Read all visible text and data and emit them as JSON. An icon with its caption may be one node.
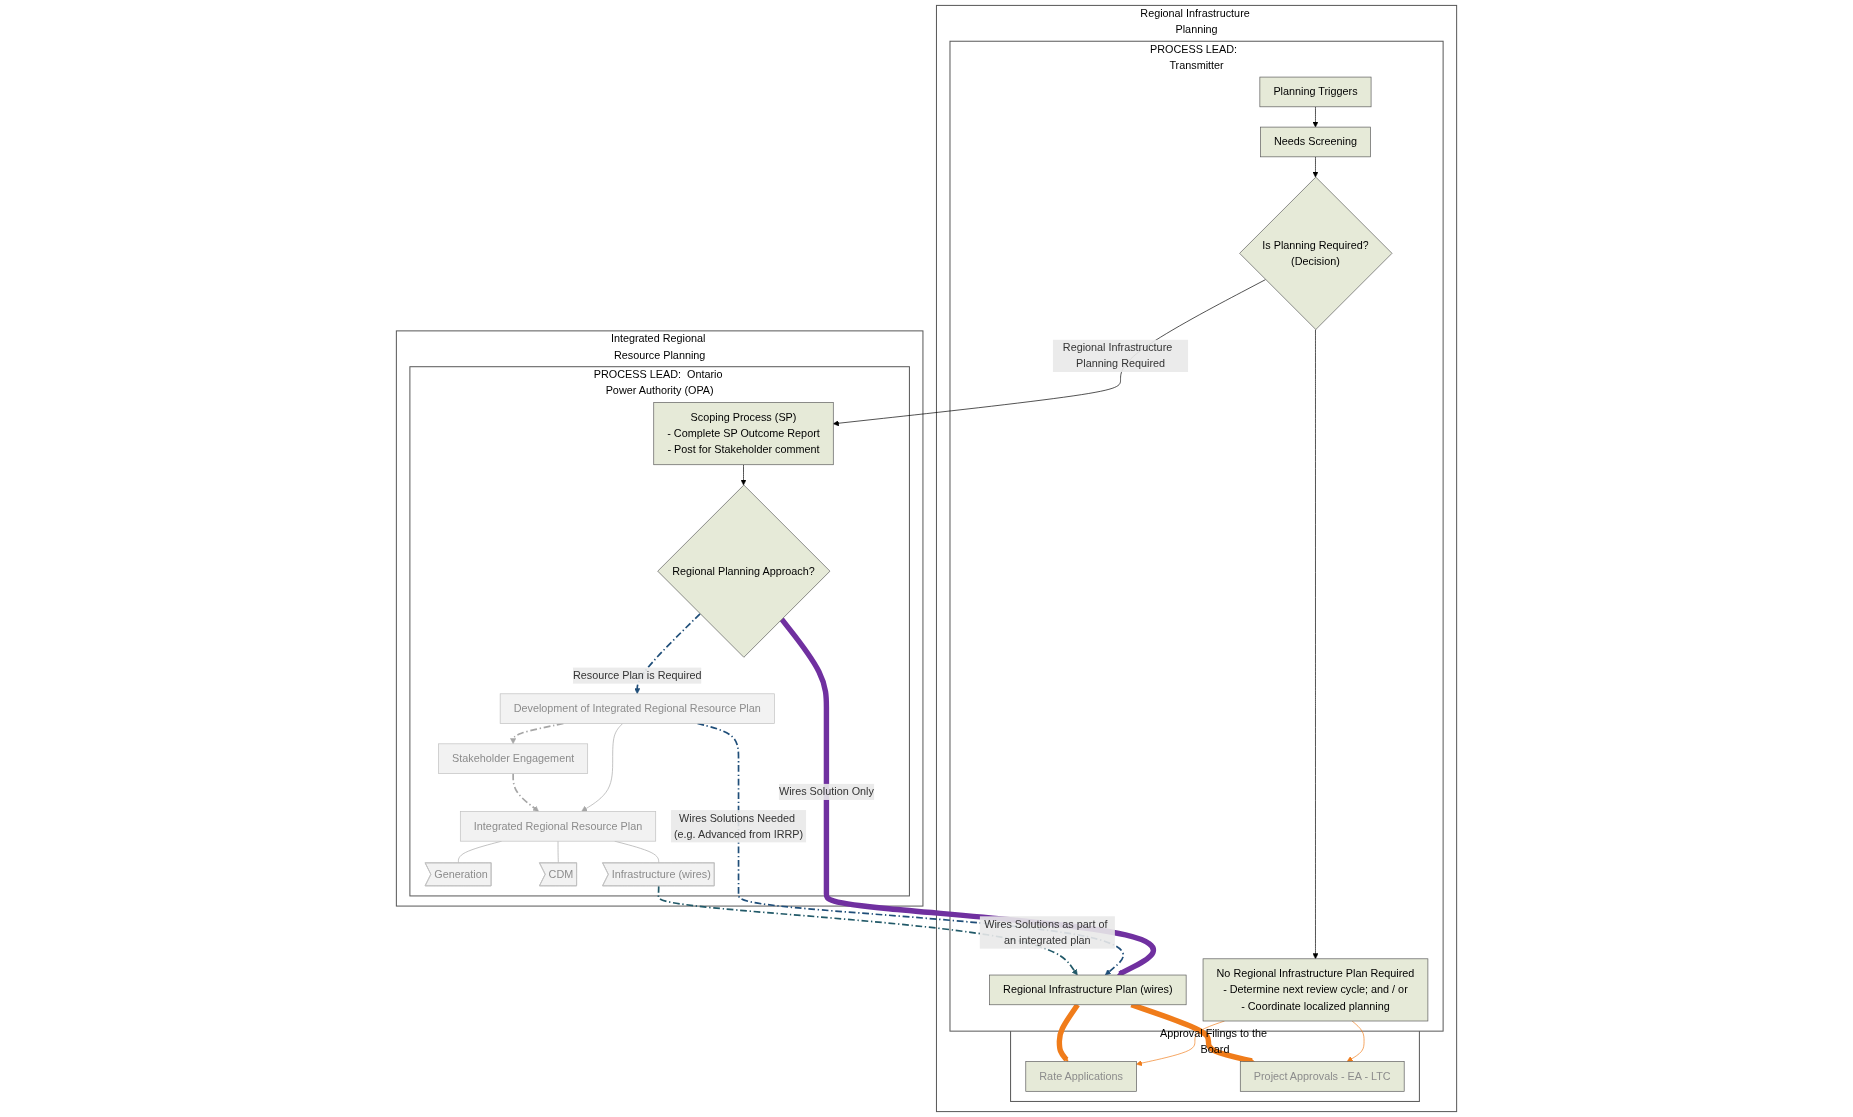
{
  "diagram": {
    "nodes": [
      {
        "text": [
          "Integrated Regional Resource Planning"
        ]
      },
      {
        "text": [
          "PROCESS LEAD:  Ontario Power Authority (OPA)"
        ],
        "in": 0
      },
      {
        "text": [
          "Development of Integrated Regional Resource Plan"
        ],
        "in": 1
      },
      {
        "text": [
          "Stakeholder Engagement"
        ],
        "in": 1
      },
      {
        "text": [
          "Integrated Regional Resource Plan"
        ],
        "in": 1
      },
      {
        "text": [
          "Generation"
        ],
        "in": 1
      },
      {
        "text": [
          "CDM"
        ],
        "in": 1
      },
      {
        "text": [
          "Infrastructure (wires)"
        ],
        "in": 1
      },
      {
        "text": [
          "Scoping Process (SP)",
          "- Complete SP Outcome Report",
          "- Post for Stakeholder comment"
        ],
        "in": 1
      },
      {
        "text": [
          "Regional Planning Approach?"
        ],
        "in": 1
      },
      {
        "text": [
          "Regional Infrastructure Planning"
        ]
      },
      {
        "text": [
          "PROCESS LEAD:  Transmitter"
        ],
        "in": 10
      },
      {
        "text": [
          "Planning Triggers"
        ],
        "in": 11
      },
      {
        "text": [
          "Needs Screening"
        ],
        "in": 11
      },
      {
        "text": [
          "Is Planning Required?",
          "(Decision)"
        ],
        "in": 11
      },
      {
        "text": [
          "No Regional Infrastructure Plan Required",
          "- Determine next review cycle;  and / or",
          "- Coordinate localized planning"
        ],
        "in": 11
      },
      {
        "text": [
          "Regional Infrastructure Plan (wires)"
        ],
        "in": 11
      },
      {
        "text": [
          "Approval Filings to the Board"
        ],
        "in": 10
      },
      {
        "text": [
          "Rate Applications"
        ],
        "in": 17
      },
      {
        "text": [
          "Project Approvals - EA - LTC"
        ],
        "in": 17
      }
    ],
    "edges": [
      {
        "from": 2,
        "to": 4,
        "arrow": "to",
        "color": "#a6a6a6"
      },
      {
        "from": 2,
        "to": 3,
        "arrow": "to",
        "style": "dashed",
        "color": "#a6a6a6"
      },
      {
        "from": 3,
        "to": 4,
        "arrow": "to",
        "style": "dashed",
        "color": "#a6a6a6"
      },
      {
        "from": 4,
        "to": 5,
        "arrow": "none",
        "color": "#a6a6a6"
      },
      {
        "from": 4,
        "to": 6,
        "arrow": "none",
        "color": "#a6a6a6"
      },
      {
        "from": 4,
        "to": 7,
        "arrow": "none",
        "color": "#a6a6a6"
      },
      {
        "from": 12,
        "to": 13,
        "arrow": "to",
        "color": "#000000"
      },
      {
        "from": 13,
        "to": 14,
        "arrow": "to",
        "color": "#000000"
      },
      {
        "from": 14,
        "to": 8,
        "arrow": "to",
        "label": "Regional Infrastructure  Planning Required",
        "color": "#000000"
      },
      {
        "from": 14,
        "to": 15,
        "arrow": "to",
        "color": "#000000"
      },
      {
        "from": 8,
        "to": 9,
        "arrow": "to",
        "color": "#000000"
      },
      {
        "from": 9,
        "to": 2,
        "arrow": "to",
        "label": "Resource Plan is Required",
        "style": "dashed",
        "color": "#1f4e79"
      },
      {
        "from": 9,
        "to": 16,
        "arrow": "to",
        "label": "Wires Solution Only",
        "style": "thick",
        "color": "#7030a0"
      },
      {
        "from": 2,
        "to": 16,
        "arrow": "to",
        "label": "Wires Solutions Needed (e.g. Advanced from IRRP)",
        "style": "dashed",
        "color": "#1f4e79"
      },
      {
        "from": 7,
        "to": 16,
        "arrow": "to",
        "label": "Wires Solutions as part of an integrated plan",
        "style": "dashed",
        "color": "#215968"
      },
      {
        "from": 15,
        "to": 18,
        "arrow": "to",
        "color": "#f07c1a"
      },
      {
        "from": 15,
        "to": 19,
        "arrow": "to",
        "color": "#f07c1a"
      },
      {
        "from": 16,
        "to": 18,
        "arrow": "to",
        "style": "thick",
        "color": "#f07c1a"
      },
      {
        "from": 16,
        "to": 19,
        "arrow": "to",
        "style": "thick",
        "color": "#f07c1a"
      }
    ]
  }
}
